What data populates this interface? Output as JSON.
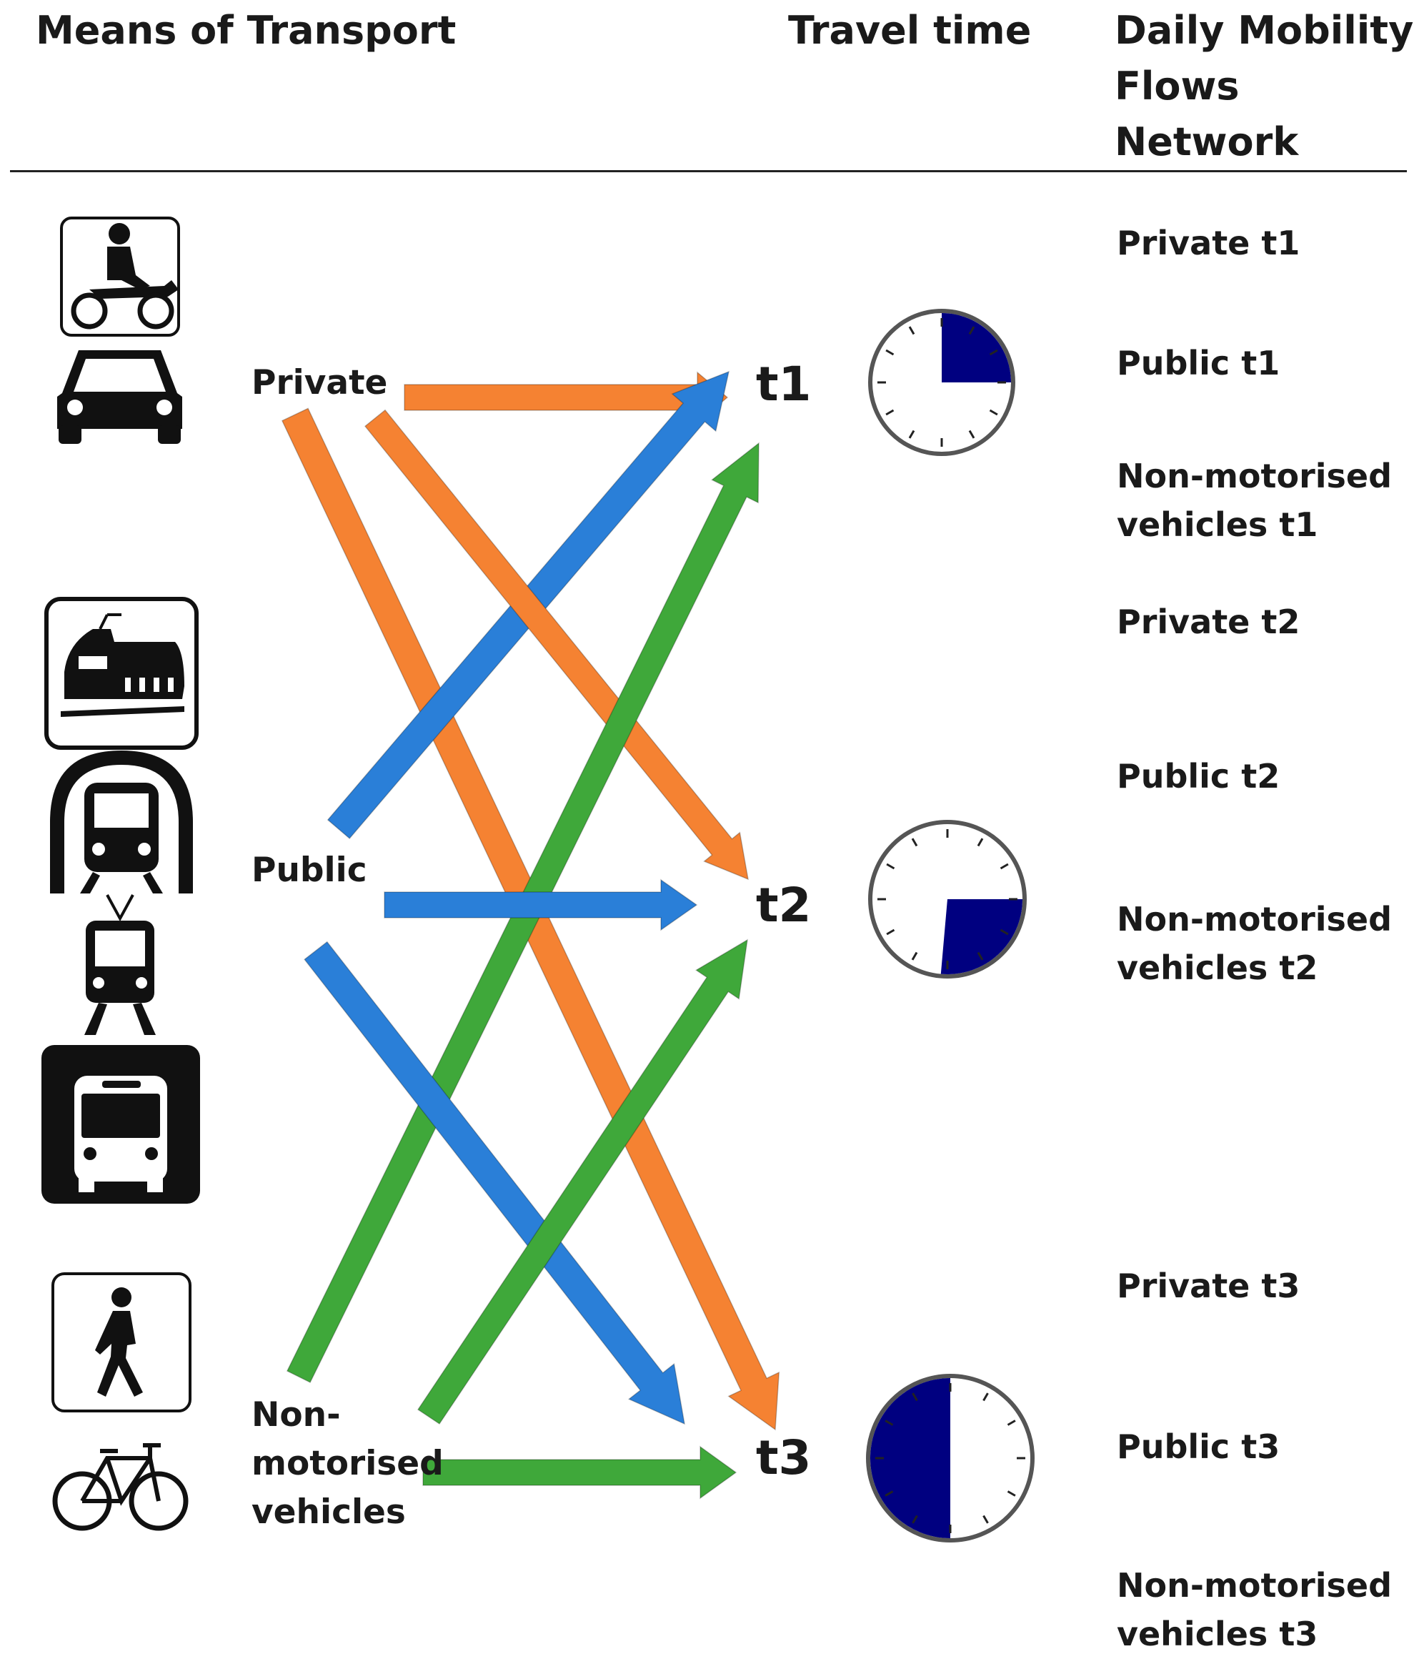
{
  "header": {
    "means_of_transport": "Means of Transport",
    "travel_time": "Travel time",
    "network": "Daily Mobility\nFlows\nNetwork"
  },
  "modes": {
    "private": "Private",
    "public": "Public",
    "non_motorised": "Non-\nmotorised\nvehicles"
  },
  "time_nodes": [
    "t1",
    "t2",
    "t3"
  ],
  "clocks": [
    {
      "time": "t1",
      "fraction": 0.25
    },
    {
      "time": "t2",
      "fraction": 0.25
    },
    {
      "time": "t3",
      "fraction": 0.5
    }
  ],
  "network_labels": [
    "Private t1",
    "Public t1",
    "Non-motorised\nvehicles t1",
    "Private t2",
    "Public t2",
    "Non-motorised\nvehicles t2",
    "Private t3",
    "Public t3",
    "Non-motorised\nvehicles t3"
  ],
  "icons": [
    "motorbike-icon",
    "car-icon",
    "train-icon",
    "metro-icon",
    "tram-icon",
    "bus-icon",
    "pedestrian-icon",
    "bicycle-icon"
  ],
  "colors": {
    "private": "#f58232",
    "public": "#2a7fd8",
    "non_motorised": "#3fa83a",
    "clock_fill": "#000080"
  },
  "flows": [
    {
      "from": "Private",
      "to": "t1"
    },
    {
      "from": "Private",
      "to": "t2"
    },
    {
      "from": "Private",
      "to": "t3"
    },
    {
      "from": "Public",
      "to": "t1"
    },
    {
      "from": "Public",
      "to": "t2"
    },
    {
      "from": "Public",
      "to": "t3"
    },
    {
      "from": "Non-motorised vehicles",
      "to": "t1"
    },
    {
      "from": "Non-motorised vehicles",
      "to": "t2"
    },
    {
      "from": "Non-motorised vehicles",
      "to": "t3"
    }
  ]
}
